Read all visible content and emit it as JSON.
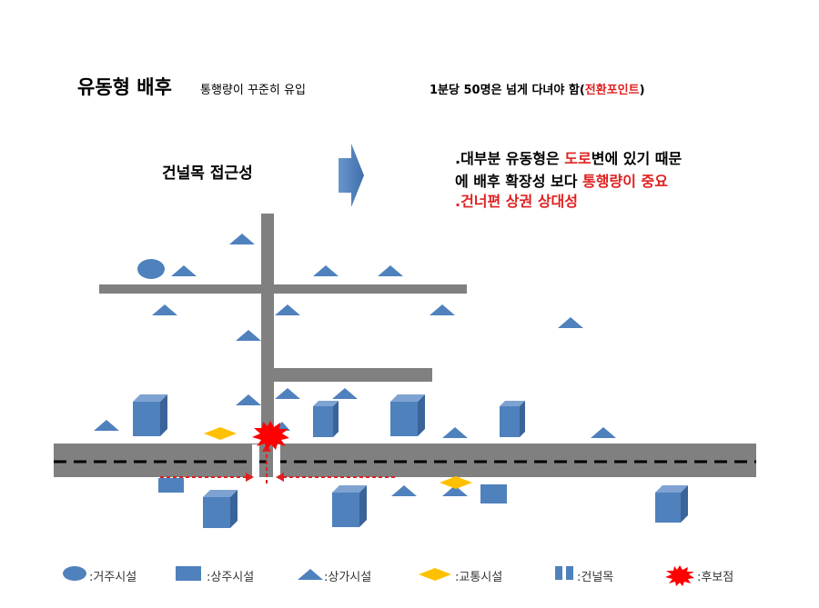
{
  "header": {
    "title": "유동형 배후",
    "subtitle": "통행량이 꾸준히 유입",
    "note_prefix": "1분당 50명은 넘게 다녀야 함(",
    "note_highlight": "전환포인트",
    "note_suffix": ")"
  },
  "access_label": "건널목 접근성",
  "description": {
    "line1_a": ".대부분 유동형은 ",
    "line1_red": "도로",
    "line1_b": "변에 있기 때문",
    "line2_a": "에 배후 확장성 보다 ",
    "line2_red": "통행량이 중요",
    "line3": ".건너편 상권 상대성"
  },
  "legend": [
    {
      "label": ":거주시설",
      "icon": "ellipse-icon"
    },
    {
      "label": ":상주시설",
      "icon": "square-icon"
    },
    {
      "label": ":상가시설",
      "icon": "triangle-icon"
    },
    {
      "label": ":교통시설",
      "icon": "diamond-icon"
    },
    {
      "label": ":건널목",
      "icon": "crosswalk-icon"
    },
    {
      "label": ":후보점",
      "icon": "starburst-icon"
    }
  ],
  "colors": {
    "shape_blue": "#4f81bd",
    "road_gray": "#808080",
    "traffic_yellow": "#ffc000",
    "candidate_red": "#ff0000",
    "text_red": "#e02020"
  }
}
